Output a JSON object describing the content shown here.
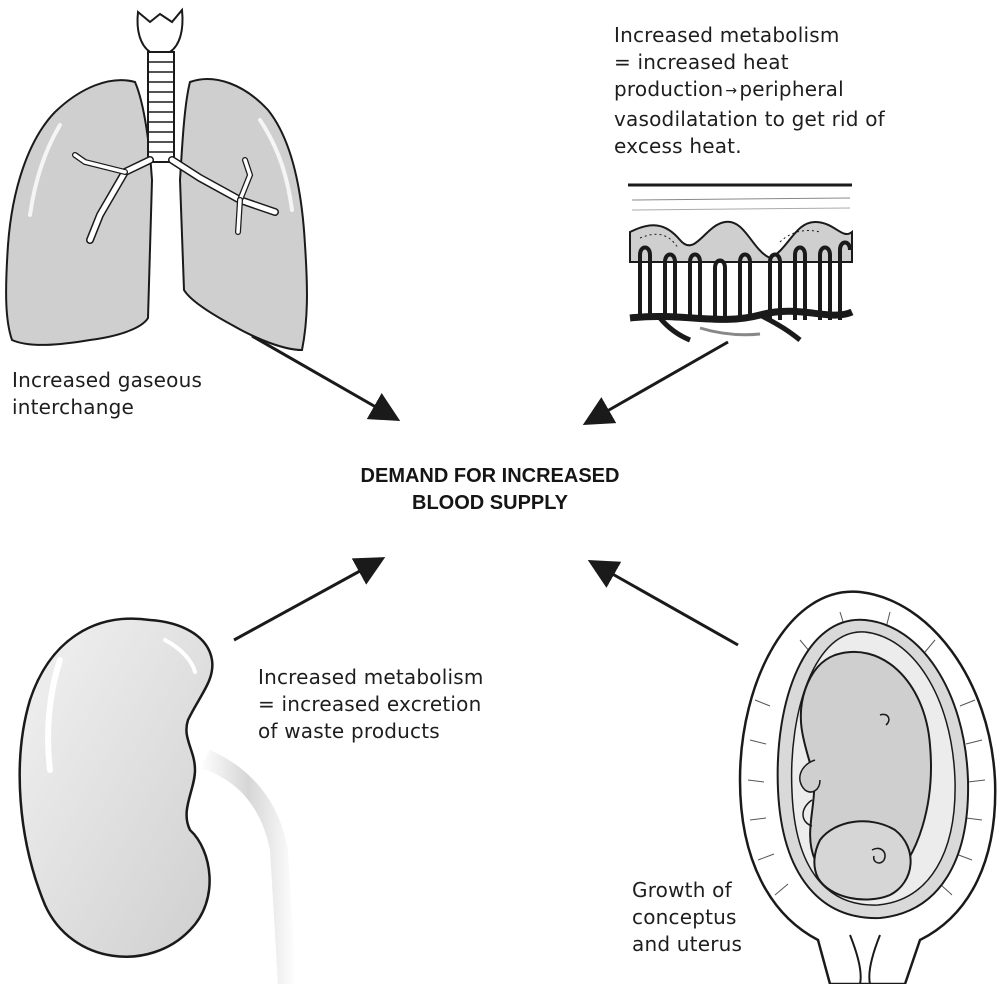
{
  "center": {
    "line1": "DEMAND FOR INCREASED",
    "line2": "BLOOD SUPPLY"
  },
  "lungs": {
    "line1": "Increased gaseous",
    "line2": "interchange"
  },
  "skin": {
    "line1": "Increased metabolism",
    "line2": "= increased heat",
    "line3_a": "production",
    "line3_arrow": "→",
    "line3_b": "peripheral",
    "line4": "vasodilatation to get rid of",
    "line5": "excess heat."
  },
  "kidney": {
    "line1": "Increased metabolism",
    "line2": "= increased excretion",
    "line3": "of waste products"
  },
  "uterus": {
    "line1": "Growth of",
    "line2": "conceptus",
    "line3": "and uterus"
  },
  "colors": {
    "ink": "#1a1a1a",
    "fill_light": "#e6e6e6",
    "fill_mid": "#c8c8c8",
    "background": "#ffffff"
  }
}
